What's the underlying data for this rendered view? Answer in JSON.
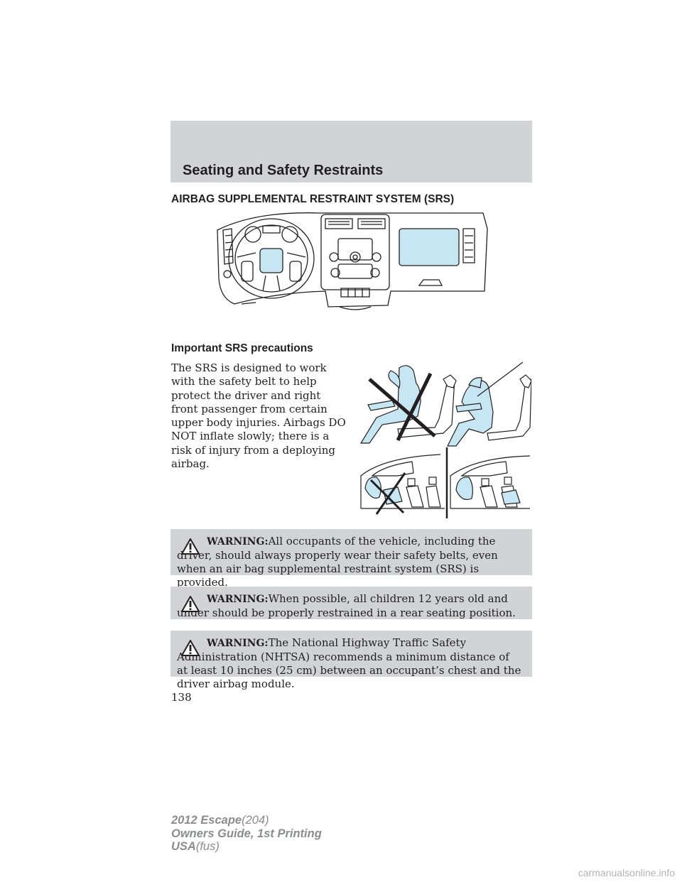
{
  "header": {
    "title": "Seating and Safety Restraints"
  },
  "section": {
    "heading": "AIRBAG SUPPLEMENTAL RESTRAINT SYSTEM (SRS)"
  },
  "precautions": {
    "heading": "Important SRS precautions",
    "body": "The SRS is designed to work with the safety belt to help protect the driver and right front passenger from certain upper body injuries. Airbags DO NOT inflate slowly; there is a risk of injury from a deploying airbag."
  },
  "warnings": [
    {
      "label": "WARNING:",
      "text": "All occupants of the vehicle, including the driver, should always properly wear their safety belts, even when an air bag supplemental restraint system (SRS) is provided.",
      "icon": "warning-triangle-icon"
    },
    {
      "label": "WARNING:",
      "text": "When possible, all children 12 years old and under should be properly restrained in a rear seating position.",
      "icon": "warning-triangle-icon"
    },
    {
      "label": "WARNING:",
      "text": "The National Highway Traffic Safety Administration (NHTSA) recommends a minimum distance of at least 10 inches (25 cm) between an occupant’s chest and the driver airbag module.",
      "icon": "warning-triangle-icon"
    }
  ],
  "page_number": "138",
  "footer": {
    "model": "2012 Escape",
    "model_code": "(204)",
    "guide": "Owners Guide, 1st Printing",
    "market": "USA",
    "market_code": "(fus)"
  },
  "watermark": "carmanualsonline.info",
  "colors": {
    "panel_gray": "#d2d3d5",
    "airbag_blue": "#c5e6f2",
    "footer_gray": "#8a8c8e"
  }
}
